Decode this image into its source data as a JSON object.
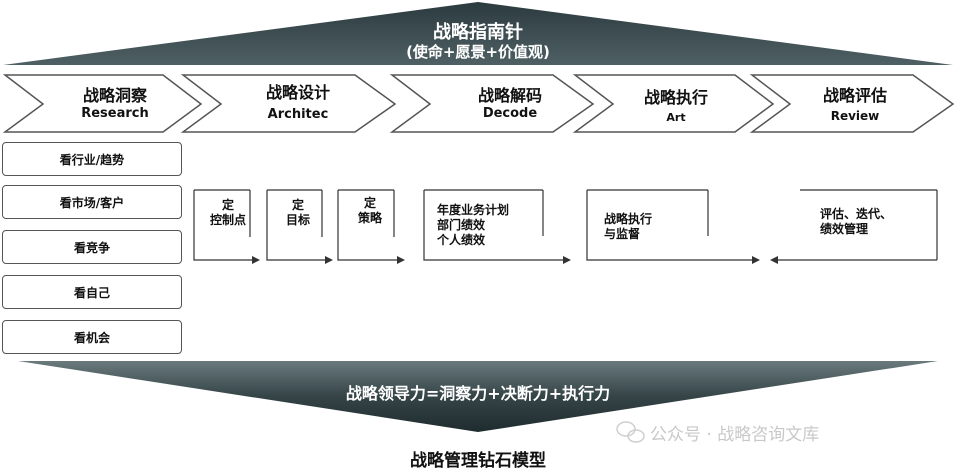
{
  "header": {
    "title": "战略指南针",
    "subtitle": "(使命+愿景+价值观)"
  },
  "stages": [
    {
      "cn": "战略洞察",
      "en": "Research"
    },
    {
      "cn": "战略设计",
      "en": "Architec"
    },
    {
      "cn": "战略解码",
      "en": "Decode"
    },
    {
      "cn": "战略执行",
      "en": "Art"
    },
    {
      "cn": "战略评估",
      "en": "Review"
    }
  ],
  "insight_items": [
    "看行业/趋势",
    "看市场/客户",
    "看竞争",
    "看自己",
    "看机会"
  ],
  "design_items": [
    {
      "line1": "定",
      "line2": "控制点"
    },
    {
      "line1": "定",
      "line2": "目标"
    },
    {
      "line1": "定",
      "line2": "策略"
    }
  ],
  "decode_lines": [
    "年度业务计划",
    "部门绩效",
    "个人绩效"
  ],
  "execution_lines": [
    "战略执行",
    "与监督"
  ],
  "review_lines": [
    "评估、迭代、",
    "绩效管理"
  ],
  "leadership": "战略领导力=洞察力+决断力+执行力",
  "model_title": "战略管理钻石模型",
  "watermark": {
    "icon": "wechat-icon",
    "text": "公众号 · 战略咨询文库"
  },
  "colors": {
    "dark": "#2b3a3e",
    "gradient_light": "#607174",
    "border": "#555555"
  }
}
